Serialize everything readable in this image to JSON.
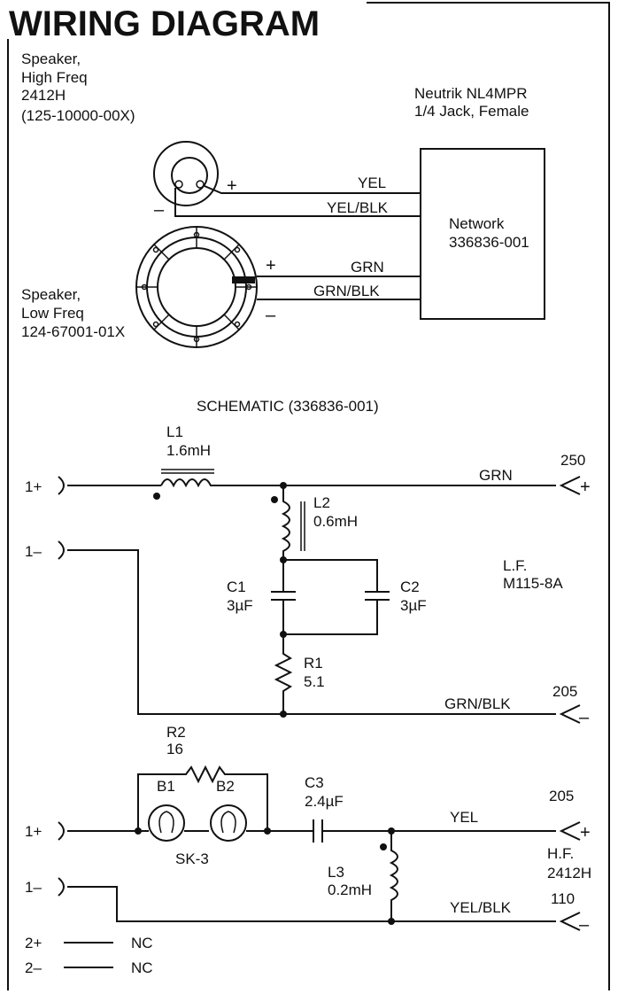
{
  "title": "WIRING DIAGRAM",
  "wiring": {
    "hf_speaker": [
      "Speaker,",
      "High Freq",
      "2412H",
      "(125-10000-00X)"
    ],
    "lf_speaker": [
      "Speaker,",
      "Low Freq",
      "124-67001-01X"
    ],
    "jack": [
      "Neutrik NL4MPR",
      "1/4 Jack, Female"
    ],
    "network": [
      "Network",
      "336836-001"
    ],
    "wires": {
      "yel": "YEL",
      "yel_blk": "YEL/BLK",
      "grn": "GRN",
      "grn_blk": "GRN/BLK"
    },
    "plus": "+",
    "minus": "–"
  },
  "schematic": {
    "title": "SCHEMATIC  (336836-001)",
    "l1": {
      "name": "L1",
      "value": "1.6mH"
    },
    "l2": {
      "name": "L2",
      "value": "0.6mH"
    },
    "c1": {
      "name": "C1",
      "value": "3µF"
    },
    "c2": {
      "name": "C2",
      "value": "3µF"
    },
    "r1": {
      "name": "R1",
      "value": "5.1"
    },
    "r2": {
      "name": "R2",
      "value": "16"
    },
    "b1": "B1",
    "b2": "B2",
    "sk3": "SK-3",
    "c3": {
      "name": "C3",
      "value": "2.4µF"
    },
    "l3": {
      "name": "L3",
      "value": "0.2mH"
    },
    "lf_out": [
      "L.F.",
      "M115-8A"
    ],
    "hf_out": [
      "H.F.",
      "2412H"
    ],
    "terminals": {
      "p1a": "1+",
      "m1a": "1–",
      "p1b": "1+",
      "m1b": "1–",
      "p2": "2+",
      "m2": "2–"
    },
    "nc": "NC",
    "pins": {
      "grn": "250",
      "grn_blk": "205",
      "yel": "205",
      "yel_blk": "110"
    }
  }
}
